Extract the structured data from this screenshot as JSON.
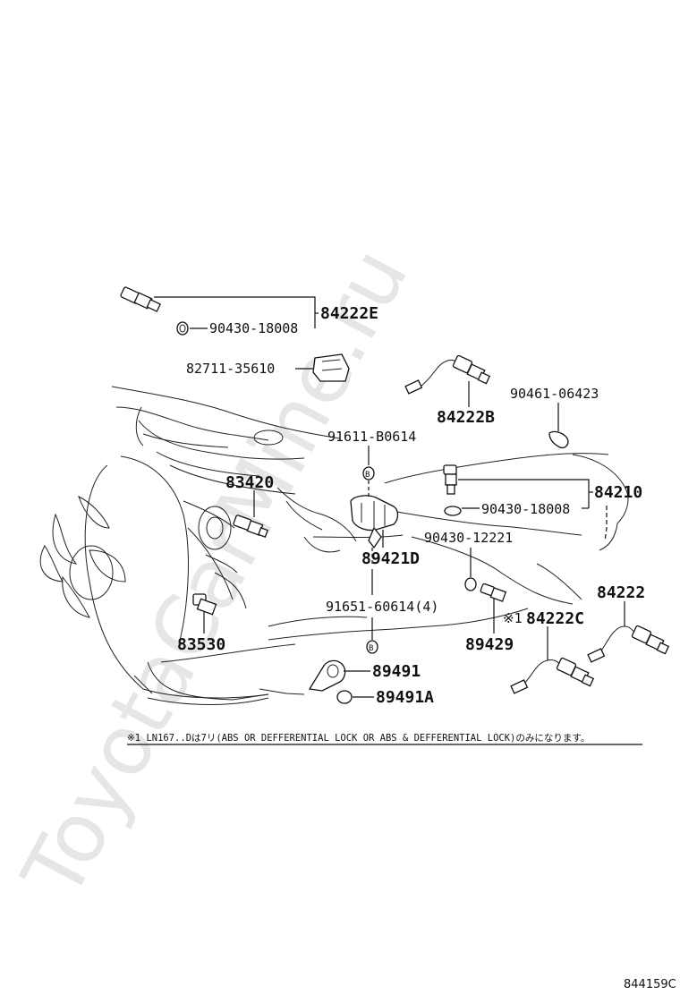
{
  "watermark": "ToyotaCarMine.ru",
  "reference_code": "844159C",
  "footnote": "※1 LN167..Dは7リ(ABS OR DEFFERENTIAL LOCK OR ABS & DEFFERENTIAL LOCK)のみになります。",
  "callouts": {
    "p84222E": "84222E",
    "p90430_18008_top": "90430-18008",
    "p82711": "82711-35610",
    "p84222B": "84222B",
    "p90461": "90461-06423",
    "p91611": "91611-B0614",
    "p83420": "83420",
    "p84210": "84210",
    "p90430_18008_mid": "90430-18008",
    "p90430_12221": "90430-12221",
    "p89421D": "89421D",
    "p84222": "84222",
    "p91651": "91651-60614(4)",
    "p84222C_mark": "※1",
    "p84222C": "84222C",
    "p83530": "83530",
    "p89429": "89429",
    "p89491": "89491",
    "p89491A": "89491A"
  }
}
